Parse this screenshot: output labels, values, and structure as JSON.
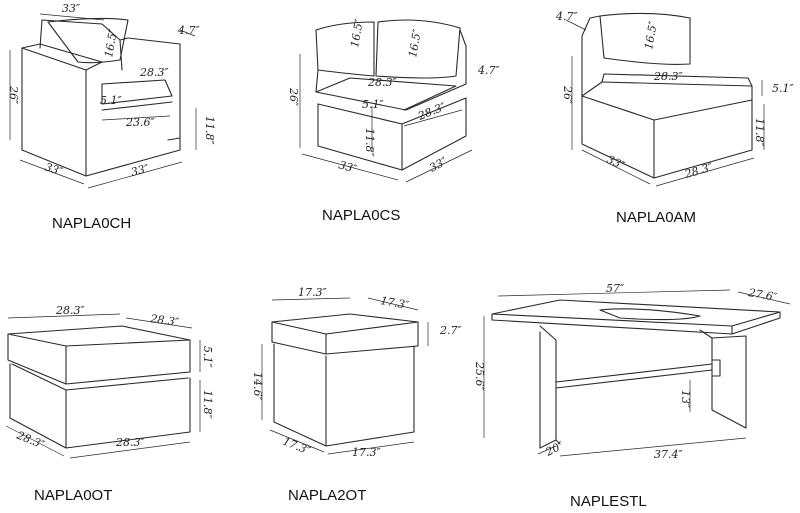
{
  "products": [
    {
      "code": "NAPLA0CH",
      "dims": [
        "33″",
        "4.7″",
        "16.5″",
        "28.3″",
        "26″",
        "5.1″",
        "23.6″",
        "11.8″",
        "33″",
        "33″"
      ]
    },
    {
      "code": "NAPLA0CS",
      "dims": [
        "16.5″",
        "16.5″",
        "28.3″",
        "4.7″",
        "26″",
        "5.1″",
        "28.3″",
        "11.8″",
        "33″",
        "33″"
      ]
    },
    {
      "code": "NAPLA0AM",
      "dims": [
        "4.7″",
        "16.5″",
        "28.3″",
        "26″",
        "5.1″",
        "11.8″",
        "33″",
        "28.3″"
      ]
    },
    {
      "code": "NAPLA0OT",
      "dims": [
        "28.3″",
        "28.3″",
        "5.1″",
        "11.8″",
        "28.3″",
        "28.3″"
      ]
    },
    {
      "code": "NAPLA2OT",
      "dims": [
        "17.3″",
        "17.3″",
        "2.7″",
        "14.6″",
        "17.3″",
        "17.3″"
      ]
    },
    {
      "code": "NAPLESTL",
      "dims": [
        "57″",
        "27.6″",
        "25.6″",
        "13″",
        "20″",
        "37.4″"
      ]
    }
  ]
}
